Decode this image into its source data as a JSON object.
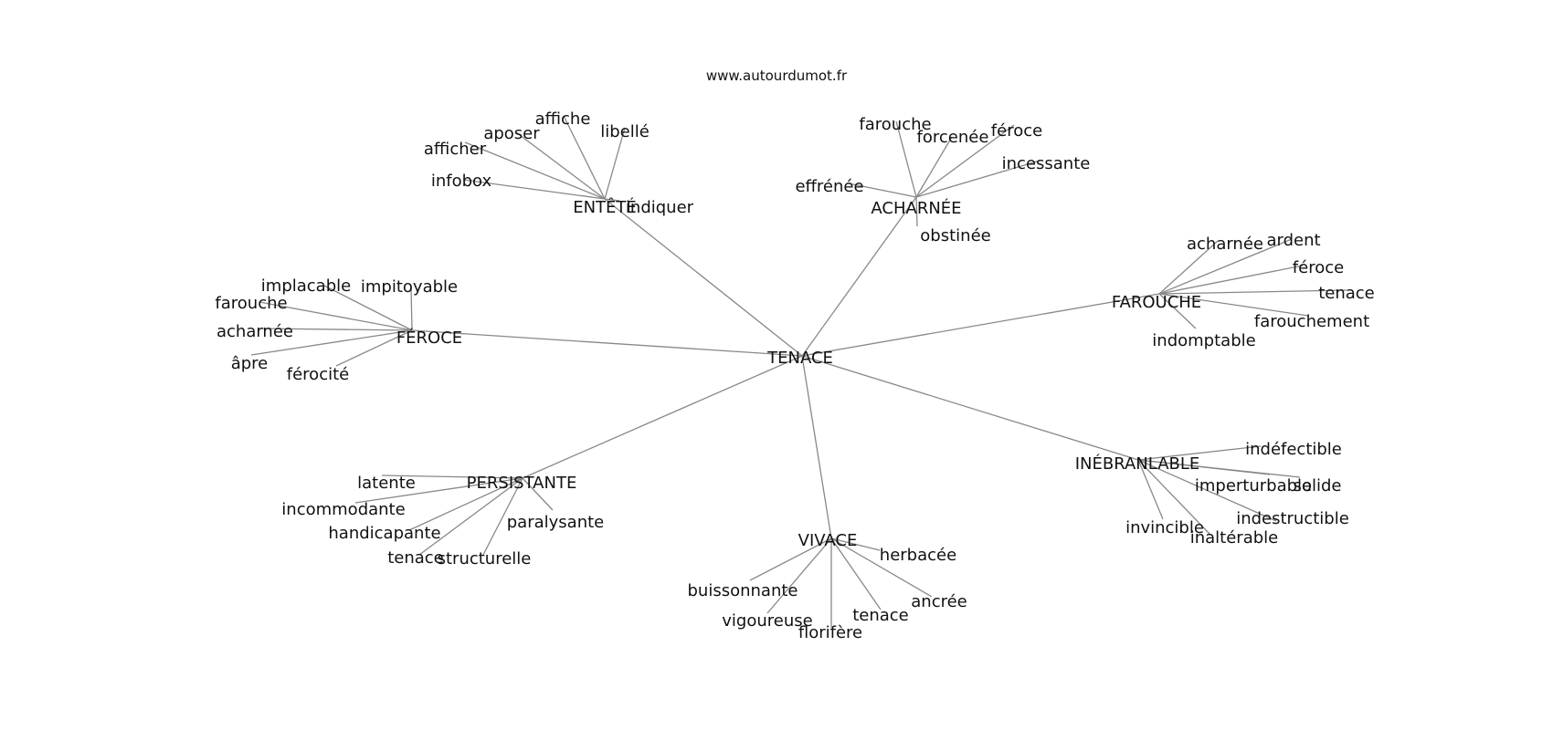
{
  "site": "www.autourdumot.fr",
  "center": "TENACE",
  "clusters": [
    {
      "label": "ENTÊTÉ",
      "leaves": [
        "afficher",
        "aposer",
        "affiche",
        "libellé",
        "infobox",
        "indiquer"
      ]
    },
    {
      "label": "ACHARNÉE",
      "leaves": [
        "farouche",
        "forcenée",
        "féroce",
        "incessante",
        "effrénée",
        "obstinée"
      ]
    },
    {
      "label": "FAROUCHE",
      "leaves": [
        "acharnée",
        "ardent",
        "féroce",
        "tenace",
        "farouchement",
        "indomptable"
      ]
    },
    {
      "label": "FÉROCE",
      "leaves": [
        "implacable",
        "impitoyable",
        "farouche",
        "acharnée",
        "âpre",
        "férocité"
      ]
    },
    {
      "label": "PERSISTANTE",
      "leaves": [
        "latente",
        "incommodante",
        "handicapante",
        "tenace",
        "structurelle",
        "paralysante"
      ]
    },
    {
      "label": "VIVACE",
      "leaves": [
        "herbacée",
        "buissonnante",
        "vigoureuse",
        "florifère",
        "tenace",
        "ancrée"
      ]
    },
    {
      "label": "INÉBRANLABLE",
      "leaves": [
        "indéfectible",
        "imperturbable",
        "solide",
        "indestructible",
        "invincible",
        "inaltérable"
      ]
    }
  ]
}
